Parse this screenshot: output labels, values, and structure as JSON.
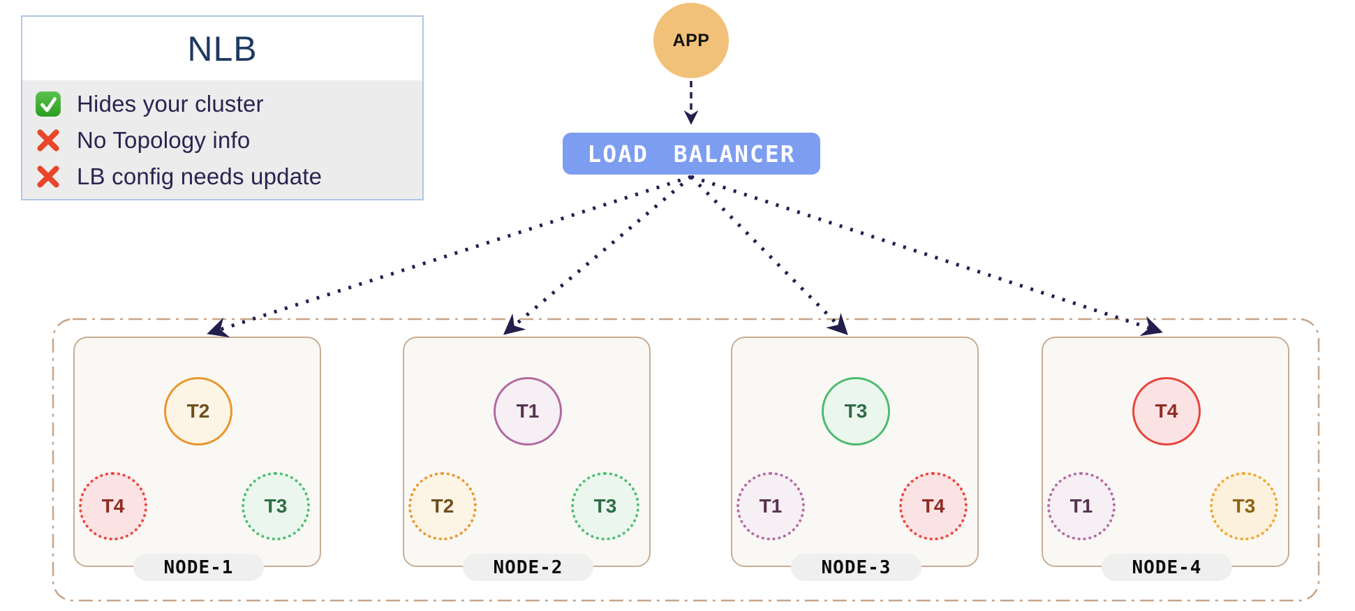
{
  "info_box": {
    "title": "NLB",
    "items": [
      {
        "icon": "check-icon",
        "text": "Hides your cluster"
      },
      {
        "icon": "cross-icon",
        "text": "No Topology info"
      },
      {
        "icon": "cross-icon",
        "text": "LB config needs update"
      }
    ]
  },
  "app": {
    "label": "APP"
  },
  "load_balancer": {
    "label": "LOAD BALANCER"
  },
  "nodes": [
    {
      "name": "NODE-1",
      "top": {
        "label": "T2",
        "style": "solid",
        "color": "orange"
      },
      "bottom_left": {
        "label": "T4",
        "style": "dotted",
        "color": "red"
      },
      "bottom_right": {
        "label": "T3",
        "style": "dotted",
        "color": "green"
      }
    },
    {
      "name": "NODE-2",
      "top": {
        "label": "T1",
        "style": "solid",
        "color": "plum"
      },
      "bottom_left": {
        "label": "T2",
        "style": "dotted",
        "color": "orange"
      },
      "bottom_right": {
        "label": "T3",
        "style": "dotted",
        "color": "green"
      }
    },
    {
      "name": "NODE-3",
      "top": {
        "label": "T3",
        "style": "solid",
        "color": "green"
      },
      "bottom_left": {
        "label": "T1",
        "style": "dotted",
        "color": "plum"
      },
      "bottom_right": {
        "label": "T4",
        "style": "dotted",
        "color": "red"
      }
    },
    {
      "name": "NODE-4",
      "top": {
        "label": "T4",
        "style": "solid",
        "color": "red"
      },
      "bottom_left": {
        "label": "T1",
        "style": "dotted",
        "color": "plum"
      },
      "bottom_right": {
        "label": "T3",
        "style": "dotted",
        "color": "gold"
      }
    }
  ],
  "palette": {
    "orange": {
      "border": "#E8962E",
      "fill": "#FCF4E4",
      "text": "#6F4E1D"
    },
    "plum": {
      "border": "#B16AA2",
      "fill": "#F6EFF4",
      "text": "#573350"
    },
    "green": {
      "border": "#4DBB6F",
      "fill": "#EBF7EE",
      "text": "#2F6C45"
    },
    "red": {
      "border": "#E8453C",
      "fill": "#FBE3E4",
      "text": "#8F2C24"
    },
    "gold": {
      "border": "#F0A432",
      "fill": "#FCF1DC",
      "text": "#8A6414"
    }
  },
  "colors": {
    "lb_fill": "#7D9DF0",
    "app_fill": "#F2C179",
    "arrow": "#221F4E",
    "node_border": "#C7AD94",
    "node_fill": "#FAF8F4",
    "cluster_border": "#C9A487",
    "info_border": "#AFC8E4",
    "info_header_bg": "#FFFFFF",
    "info_body_bg": "#ECECEC",
    "title_color": "#1E3A60",
    "text_color": "#2B2351",
    "pill_bg": "#EFEFEF",
    "check_green": "#2FA42B",
    "cross_red": "#E8452A"
  }
}
